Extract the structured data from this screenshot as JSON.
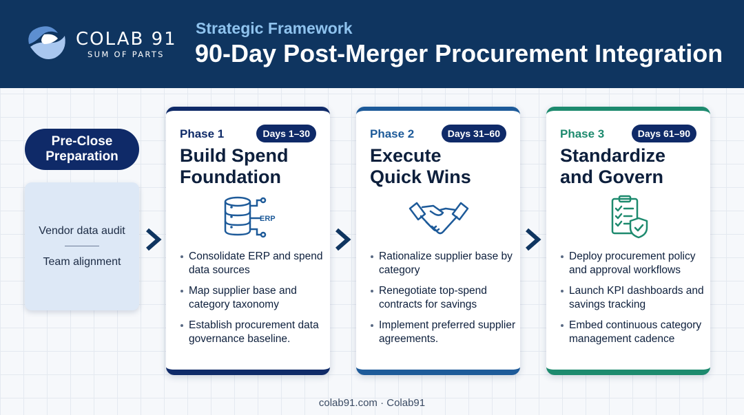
{
  "header": {
    "logo_name": "COLAB 91",
    "logo_tagline": "SUM OF PARTS",
    "subtitle": "Strategic Framework",
    "title": "90-Day Post-Merger Procurement Integration"
  },
  "pre_close": {
    "title_line1": "Pre-Close",
    "title_line2": "Preparation",
    "items": [
      "Vendor data audit",
      "Team alignment"
    ]
  },
  "phases": [
    {
      "label": "Phase 1",
      "days": "Days 1–30",
      "title_line1": "Build Spend",
      "title_line2": "Foundation",
      "icon": "erp-database-icon",
      "icon_text": "ERP",
      "accent": "#0f2a68",
      "bullets": [
        "Consolidate ERP and spend data sources",
        "Map supplier base and category taxonomy",
        "Establish procurement data governance baseline."
      ]
    },
    {
      "label": "Phase 2",
      "days": "Days 31–60",
      "title_line1": "Execute",
      "title_line2": "Quick Wins",
      "icon": "handshake-icon",
      "accent": "#1d5a99",
      "bullets": [
        "Rationalize supplier base by category",
        "Renegotiate top-spend contracts for savings",
        "Implement preferred supplier agreements."
      ]
    },
    {
      "label": "Phase 3",
      "days": "Days 61–90",
      "title_line1": "Standardize",
      "title_line2": "and Govern",
      "icon": "checklist-shield-icon",
      "accent": "#1d8a6e",
      "bullets": [
        "Deploy procurement policy and approval workflows",
        "Launch KPI dashboards and savings tracking",
        "Embed continuous category management cadence"
      ]
    }
  ],
  "footer": "colab91.com · Colab91",
  "colors": {
    "header_bg": "#0f3560",
    "header_subtitle": "#8fc3ee",
    "badge_bg": "#0f2a68",
    "arrow": "#0f3560"
  }
}
